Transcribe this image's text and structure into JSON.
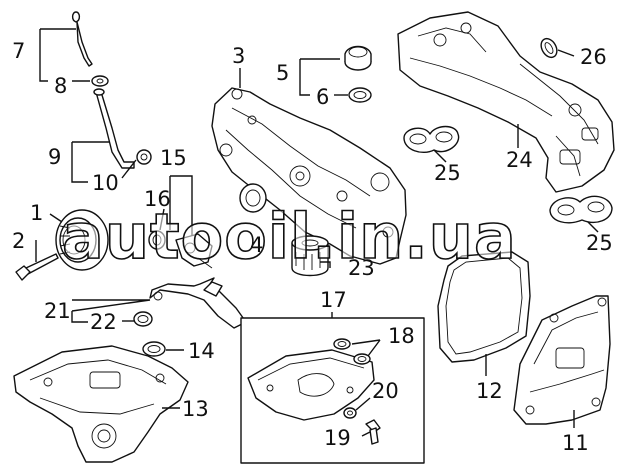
{
  "diagram": {
    "watermark": "autooil.in.ua",
    "callouts": [
      "1",
      "2",
      "3",
      "4",
      "5",
      "6",
      "7",
      "8",
      "9",
      "10",
      "11",
      "12",
      "13",
      "14",
      "15",
      "16",
      "17",
      "18",
      "19",
      "20",
      "21",
      "22",
      "23",
      "24",
      "25",
      "25",
      "26"
    ]
  },
  "colors": {
    "ink": "#111111",
    "background": "#ffffff"
  }
}
